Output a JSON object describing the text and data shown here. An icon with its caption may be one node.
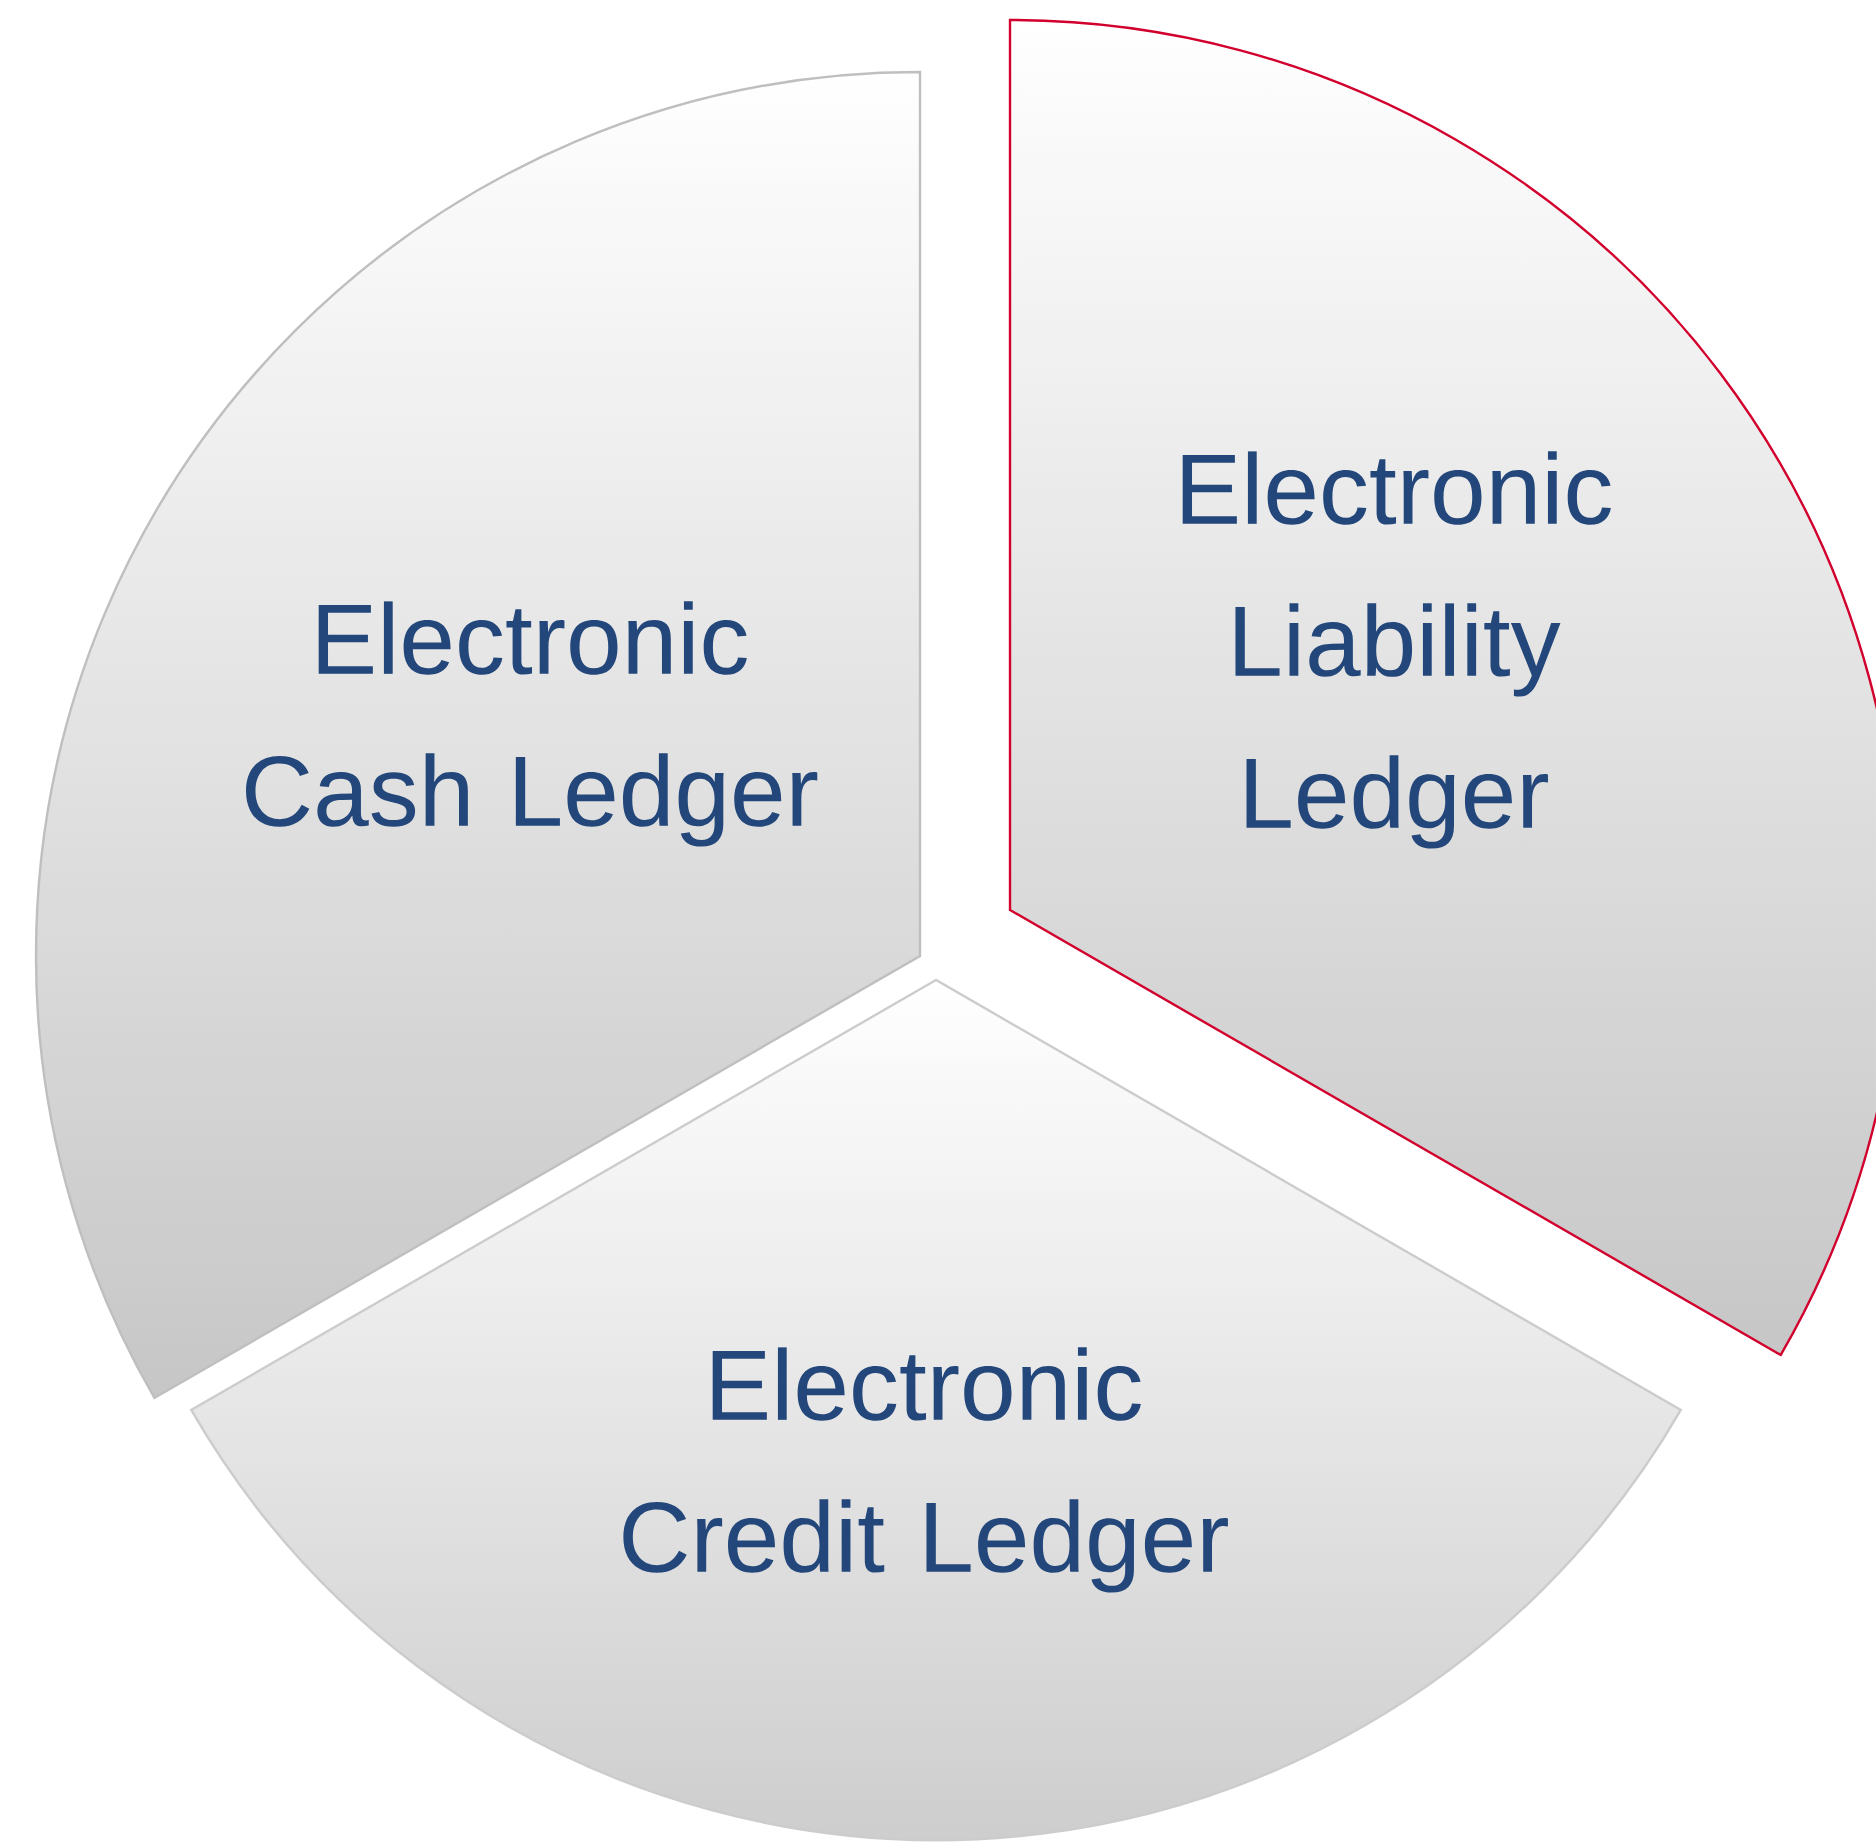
{
  "diagram": {
    "nodes": [
      {
        "text": [
          "Electronic Cash Ledger"
        ]
      },
      {
        "text": [
          "Electronic Liability Ledger"
        ]
      },
      {
        "text": [
          "Electronic Credit Ledger"
        ]
      }
    ]
  }
}
